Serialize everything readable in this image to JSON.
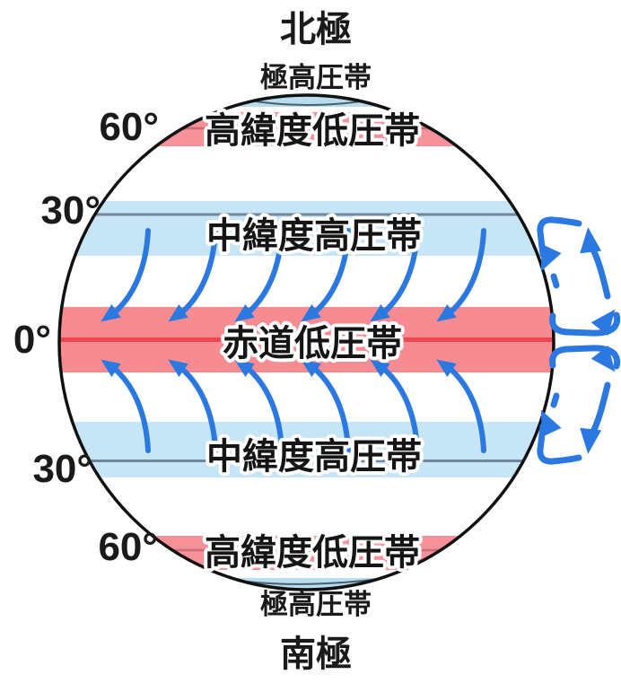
{
  "diagram": {
    "poles": {
      "north": "北極",
      "south": "南極"
    },
    "belts": {
      "polar_high_north": "極高圧帯",
      "subpolar_low_north": "高緯度低圧帯",
      "subtropical_high_north": "中緯度高圧帯",
      "equatorial_low": "赤道低圧帯",
      "subtropical_high_south": "中緯度高圧帯",
      "subpolar_low_south": "高緯度低圧帯",
      "polar_high_south": "極高圧帯"
    },
    "latitudes": {
      "north_60": "60°",
      "north_30": "30°",
      "equator": "0°",
      "south_30": "30°",
      "south_60": "60°"
    },
    "colors": {
      "low_pressure_band": "#f78b92",
      "high_pressure_band": "#c6e5f7",
      "polar_cap_band": "#b9dcee",
      "equator_line": "#ef4651",
      "latitude_30_line": "#73879a",
      "latitude_60_line": "#c96d76",
      "wind_arrow": "#2b79e0",
      "globe_outline": "#111111"
    }
  }
}
